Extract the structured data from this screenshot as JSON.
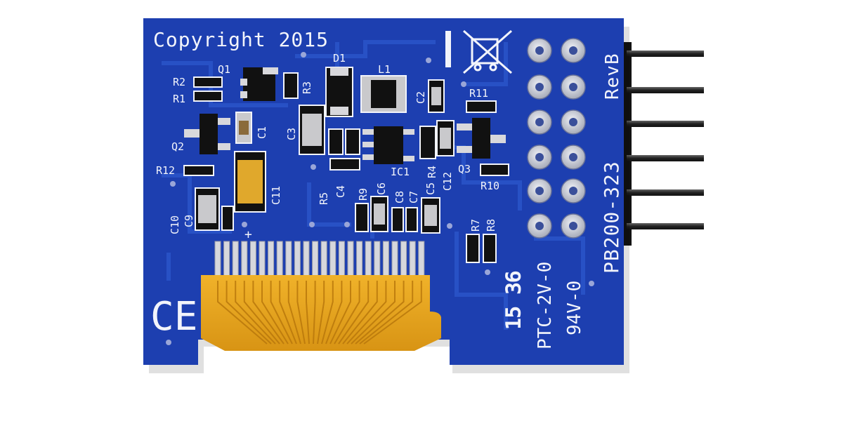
{
  "board": {
    "copyright": "Copyright 2015",
    "part_number": "PB200-323",
    "revision": "RevB",
    "rating_1": "PTC-2V-0",
    "rating_2": "94V-0",
    "date_code": "15 36",
    "ce_mark": "CE",
    "polarity": "+"
  },
  "component_labels": {
    "q1": "Q1",
    "q2": "Q2",
    "q3": "Q3",
    "d1": "D1",
    "l1": "L1",
    "ic1": "IC1",
    "r1": "R1",
    "r2": "R2",
    "r3": "R3",
    "r4": "R4",
    "r5": "R5",
    "r7": "R7",
    "r8": "R8",
    "r9": "R9",
    "r10": "R10",
    "r11": "R11",
    "r12": "R12",
    "c1": "C1",
    "c2": "C2",
    "c3": "C3",
    "c4": "C4",
    "c5": "C5",
    "c6": "C6",
    "c7": "C7",
    "c8": "C8",
    "c9": "C9",
    "c10": "C10",
    "c11": "C11",
    "c12": "C12"
  },
  "colors": {
    "pcb_blue": "#1d3fb0",
    "trace_blue": "#2a53c8",
    "silkscreen": "#f2f4fb",
    "flex_cable": "#e6a21c",
    "gold_pad": "#c9c9cc",
    "header_pin": "#2b2b2b"
  }
}
